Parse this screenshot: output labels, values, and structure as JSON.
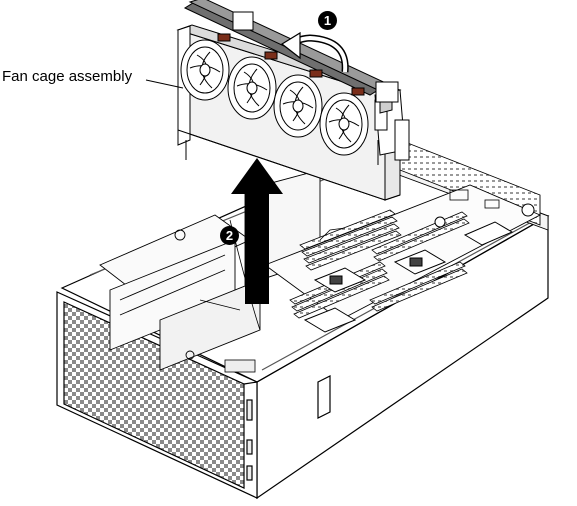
{
  "diagram": {
    "callout_label": "Fan cage assembly",
    "steps": [
      {
        "number": "1"
      },
      {
        "number": "2"
      }
    ]
  },
  "icons": {
    "rotate_arrow": "curved-arrow-icon",
    "lift_arrow": "up-arrow-icon"
  }
}
